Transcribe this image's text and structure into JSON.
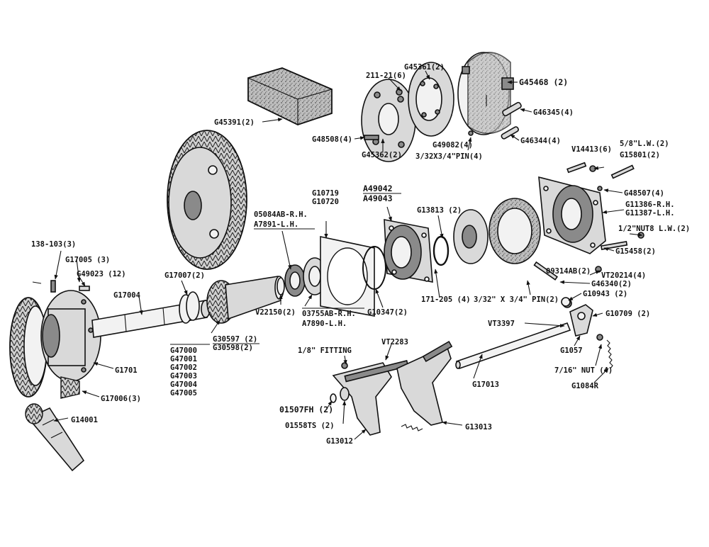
{
  "labels": {
    "g45391": "G45391(2)",
    "r211": "211-21(6)",
    "g45361": "G45361(2)",
    "g45468": "G45468 (2)",
    "g46345": "G46345(4)",
    "g48508": "G48508(4)",
    "g45362": "G45362(2)",
    "g49082": "G49082(4)",
    "pin4": "3/32X3/4\"PIN(4)",
    "g46344": "G46344(4)",
    "v14413": "V14413(6)",
    "lw58": "5/8\"L.W.(2)",
    "g15801": "G15801(2)",
    "g48507": "G48507(4)",
    "g11386": "G11386-R.H.",
    "g11387": "G11387-L.H.",
    "nut12": "1/2\"NUT8 L.W.(2)",
    "g15458": "G15458(2)",
    "g10719": "G10719",
    "g10720": "G10720",
    "a49042": "A49042",
    "a49043": "A49043",
    "g13813": "G13813 (2)",
    "o5084": "05084AB-R.H.",
    "a7891": "A7891-L.H.",
    "r138": "138-103(3)",
    "g17005": "G17005 (3)",
    "g49023": "G49023 (12)",
    "g17007": "G17007(2)",
    "g17004": "G17004",
    "v22150": "V22150(2)",
    "o3755": "03755AB-R.H.",
    "a7890": "A7890-L.H.",
    "g10347": "G10347(2)",
    "r171": "171-205 (4)",
    "pin2": "3/32\" X 3/4\" PIN(2)",
    "o9314": "09314AB(2)",
    "vt20214": "VT20214(4)",
    "g46340": "G46340(2)",
    "g10943": "G10943 (2)",
    "g10709": "G10709 (2)",
    "vt3397": "VT3397",
    "g1057": "G1057",
    "nut716": "7/16\" NUT (4)",
    "g1084": "G1084R",
    "g30597": "G30597 (2)",
    "g30598": "G30598(2)",
    "g47000": "G47000",
    "g47001": "G47001",
    "g47002": "G47002",
    "g47003": "G47003",
    "g47004": "G47004",
    "g47005": "G47005",
    "fitting": "1/8\" FITTING",
    "vt2283": "VT2283",
    "g17013": "G17013",
    "g1701": "G1701",
    "g17006": "G17006(3)",
    "o1507": "01507FH (2)",
    "o1558": "01558TS (2)",
    "g13012": "G13012",
    "g13013": "G13013",
    "g14001": "G14001"
  }
}
